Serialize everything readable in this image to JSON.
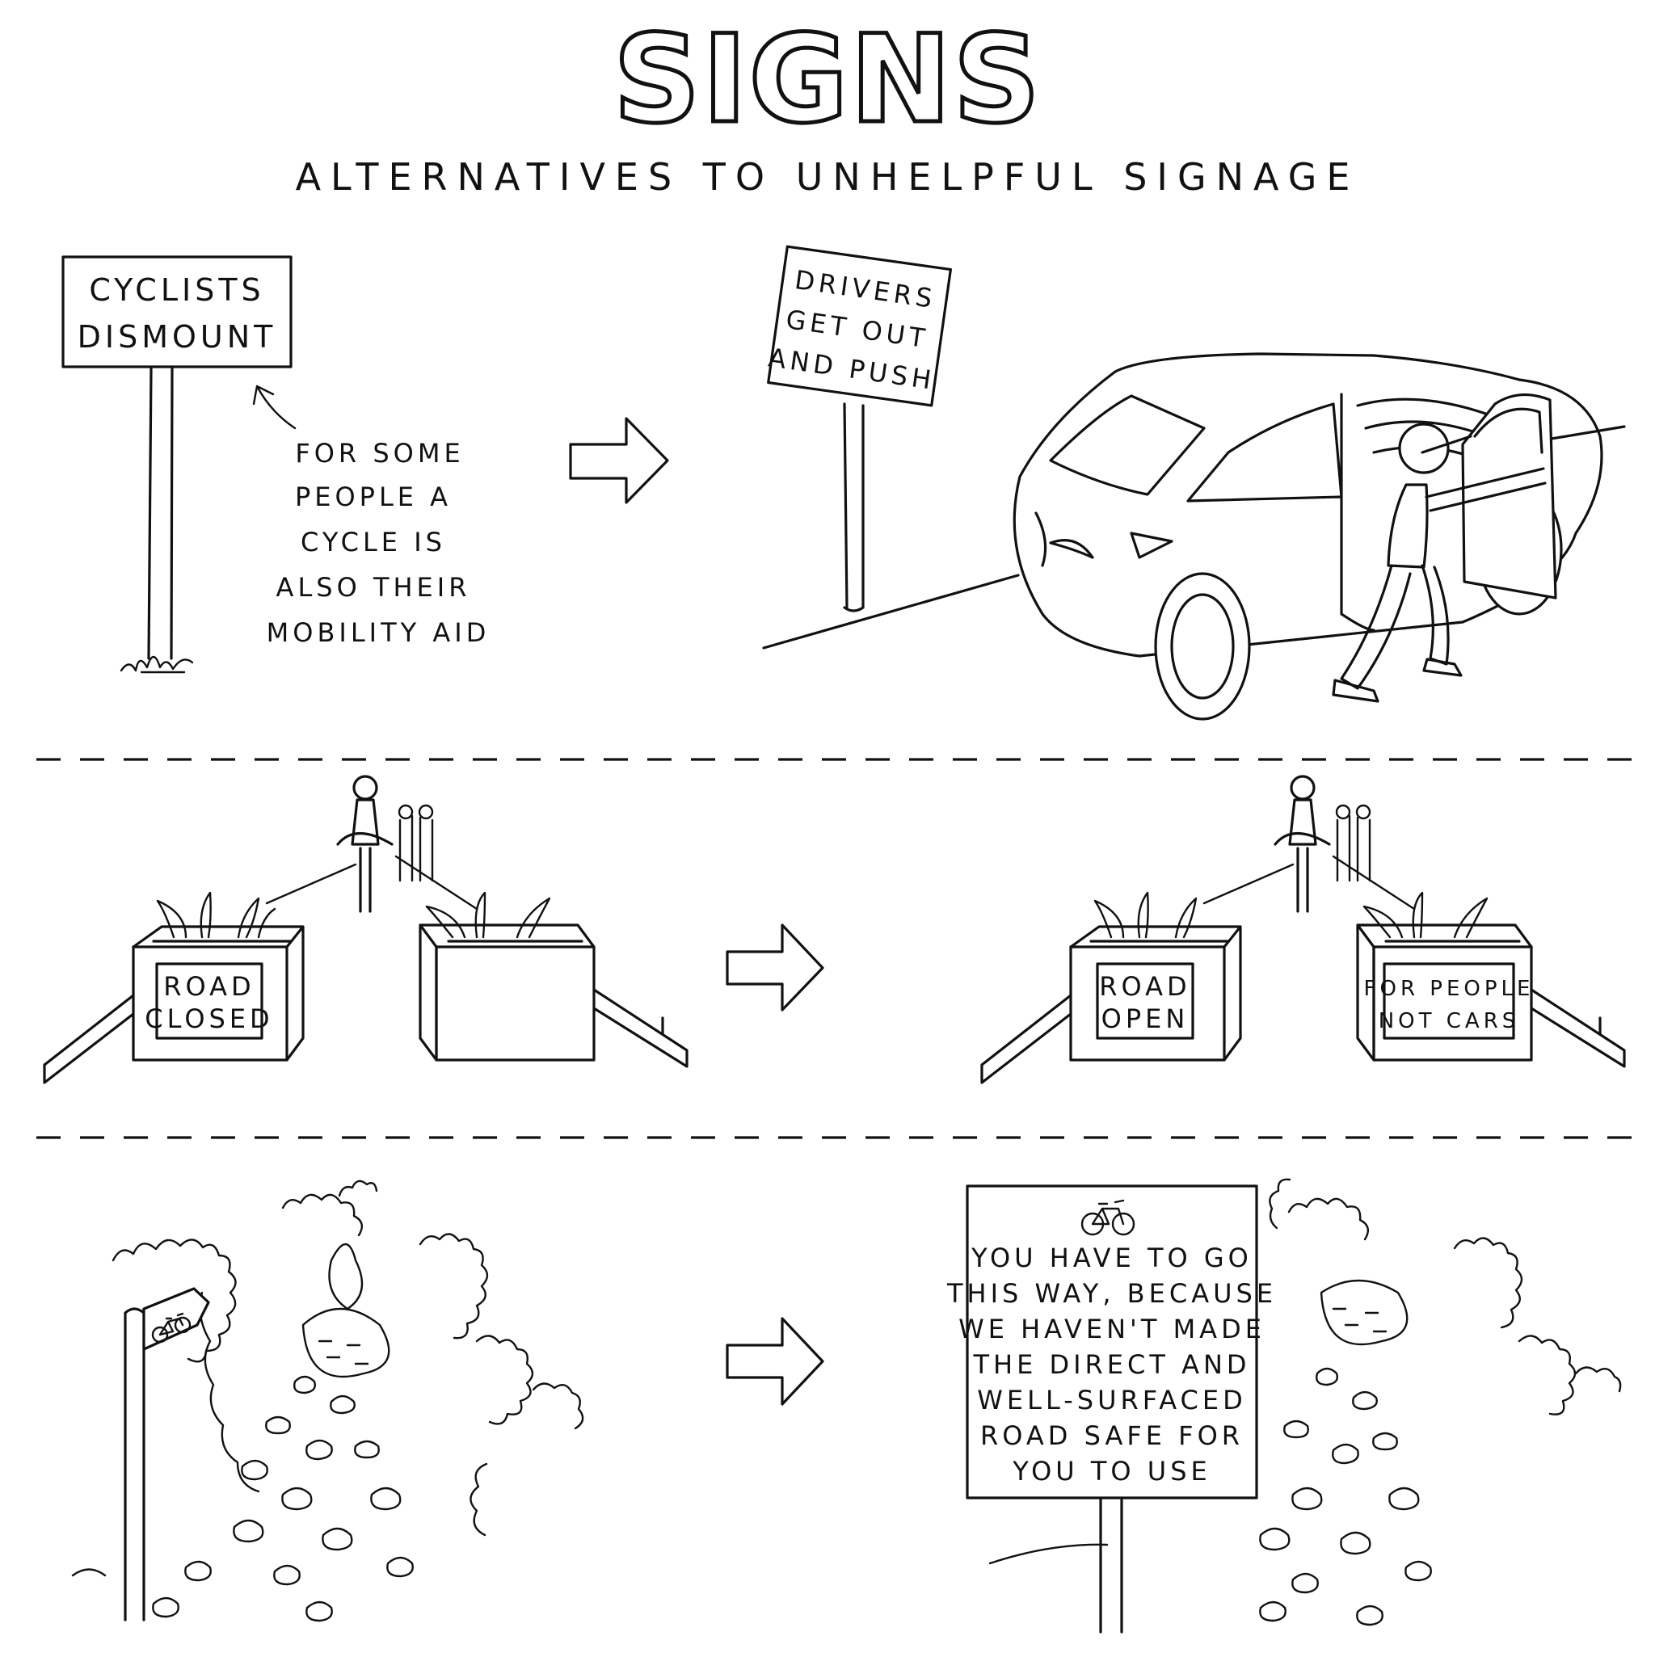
{
  "header": {
    "title": "SIGNS",
    "subtitle": "ALTERNATIVES TO UNHELPFUL SIGNAGE"
  },
  "panels": {
    "cyclists": {
      "sign_line1": "CYCLISTS",
      "sign_line2": "DISMOUNT",
      "note_line1": "FOR SOME",
      "note_line2": "PEOPLE A",
      "note_line3": "CYCLE IS",
      "note_line4": "ALSO THEIR",
      "note_line5": "MOBILITY AID"
    },
    "drivers": {
      "sign_line1": "DRIVERS",
      "sign_line2": "GET OUT",
      "sign_line3": "AND PUSH"
    },
    "road_closed": {
      "sign_line1": "ROAD",
      "sign_line2": "CLOSED"
    },
    "road_open": {
      "sign_line1": "ROAD",
      "sign_line2": "OPEN",
      "sign2_line1": "FOR PEOPLE",
      "sign2_line2": "NOT CARS"
    },
    "detour": {
      "sign_line1": "YOU HAVE TO GO",
      "sign_line2": "THIS WAY, BECAUSE",
      "sign_line3": "WE HAVEN'T MADE",
      "sign_line4": "THE DIRECT AND",
      "sign_line5": "WELL-SURFACED",
      "sign_line6": "ROAD SAFE FOR",
      "sign_line7": "YOU TO USE"
    }
  },
  "icons": [
    "arrow-right-icon",
    "bicycle-icon"
  ]
}
